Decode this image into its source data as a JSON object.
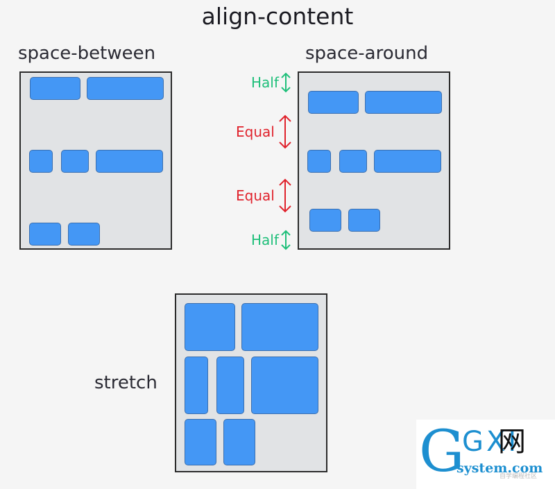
{
  "title": "align-content",
  "panels": {
    "space_between": {
      "label": "space-between"
    },
    "space_around": {
      "label": "space-around"
    },
    "stretch": {
      "label": "stretch"
    }
  },
  "annotations": {
    "half_top": "Half",
    "equal_1": "Equal",
    "equal_2": "Equal",
    "half_bottom": "Half"
  },
  "colors": {
    "item": "#4497f5",
    "panel": "#e1e3e5",
    "half": "#1fbf7a",
    "equal": "#e0222c"
  },
  "watermark": {
    "letters": "GXI",
    "cn": "网",
    "site": "system.com",
    "tag": "自学编程社区"
  }
}
